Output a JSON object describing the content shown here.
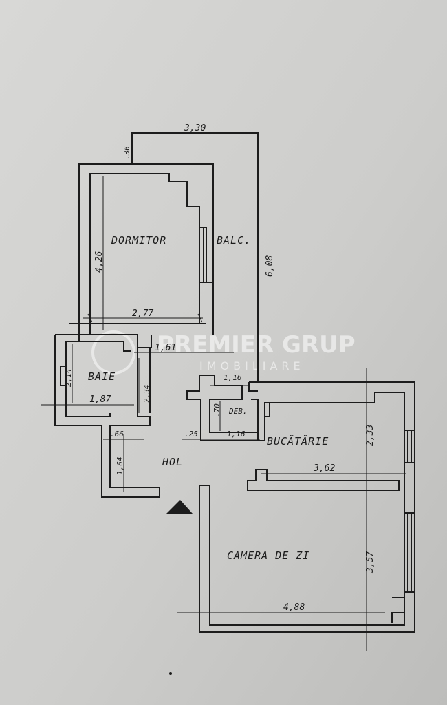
{
  "plan": {
    "rooms": {
      "dormitor": "DORMITOR",
      "balc": "BALC.",
      "baie": "BAIE",
      "deb": "DEB.",
      "bucatarie": "BUCĂTĂRIE",
      "hol": "HOL",
      "camera_de_zi": "CAMERA DE ZI"
    },
    "dimensions": {
      "balc_width": "3,30",
      "wall_thickness": ".36",
      "dormitor_height": "4,26",
      "balc_height": "6,08",
      "dormitor_width": "2,77",
      "baie_top_width": "1,61",
      "baie_height": "2,14",
      "baie_height_right": "2,34",
      "baie_width": "1,87",
      "closet_width": ".66",
      "closet_height": "1,64",
      "deb_top": "1,16",
      "deb_height": ".70",
      "deb_bottom": "1,16",
      "deb_wall": ".25",
      "bucatarie_height": "2,33",
      "bucatarie_width": "3,62",
      "camera_height": "3,57",
      "camera_width": "4,88"
    },
    "watermark": {
      "line1": "PREMIER GRUP",
      "line2": "IMOBILIARE"
    },
    "colors": {
      "paper": "#cfcfcd",
      "ink": "#1c1c1c"
    }
  }
}
